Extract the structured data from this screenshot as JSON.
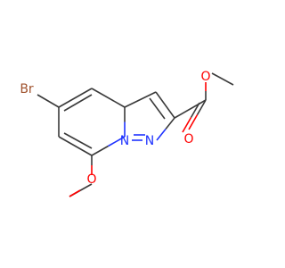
{
  "molecule": {
    "atoms": {
      "bromine": "Br",
      "ring_nitrogen": "N",
      "bridge_nitrogen": "N",
      "methoxy_oxygen": "O",
      "ester_single_oxygen": "O",
      "carbonyl_oxygen": "O"
    },
    "colors": {
      "bond": "#3a3a3a",
      "carbon": "#3a3a3a",
      "bromine": "#a0522d",
      "nitrogen": "#1f33ff",
      "oxygen": "#ff0000"
    }
  }
}
